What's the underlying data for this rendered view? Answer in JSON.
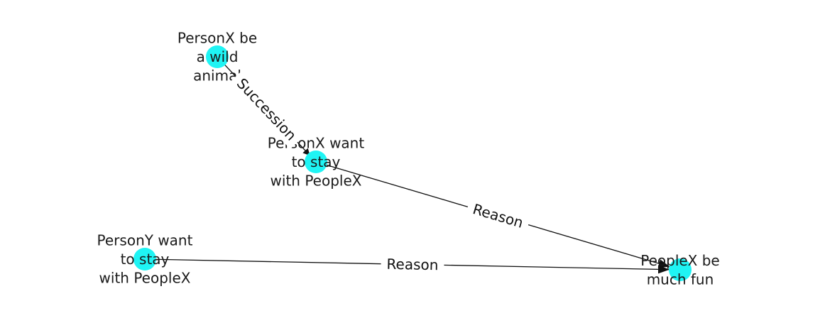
{
  "graph": {
    "node_color": "#1ff4f4",
    "edge_color": "#111111",
    "nodes": [
      {
        "id": "n1",
        "lines": [
          "PersonX be",
          "a wild",
          "animal"
        ]
      },
      {
        "id": "n2",
        "lines": [
          "PersonX want",
          "to stay",
          "with PeopleX"
        ]
      },
      {
        "id": "n3",
        "lines": [
          "PersonY want",
          "to stay",
          "with PeopleX"
        ]
      },
      {
        "id": "n4",
        "lines": [
          "PeopleX be",
          "much fun"
        ]
      }
    ],
    "edges": [
      {
        "id": "e1",
        "source": "n1",
        "target": "n2",
        "label": "Succession"
      },
      {
        "id": "e2",
        "source": "n2",
        "target": "n4",
        "label": "Reason"
      },
      {
        "id": "e3",
        "source": "n3",
        "target": "n4",
        "label": "Reason"
      }
    ]
  }
}
